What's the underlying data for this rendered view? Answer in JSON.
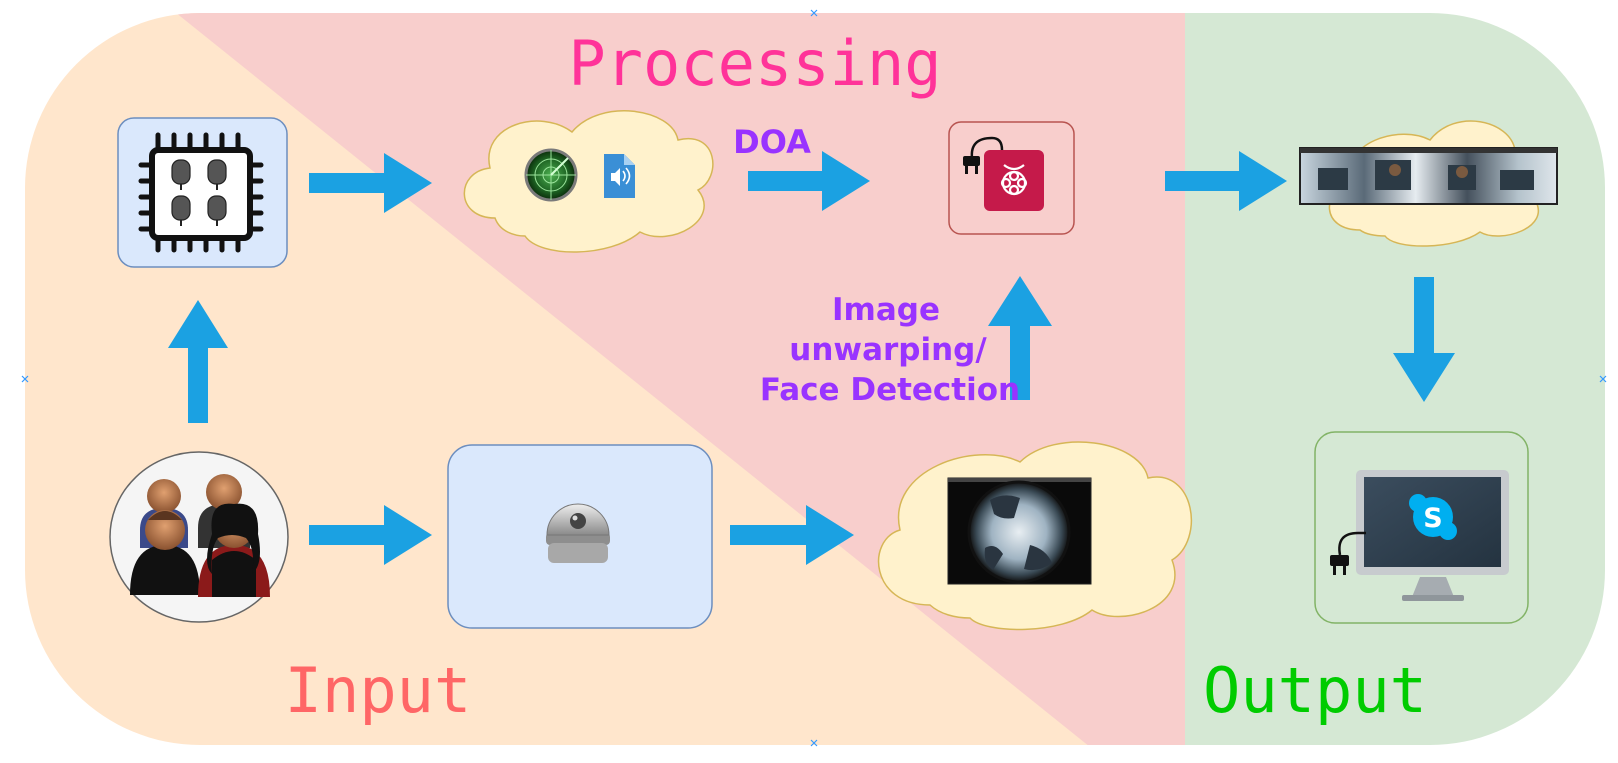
{
  "zones": {
    "processing": {
      "label": "Processing",
      "color": "#ff3399",
      "fill": "#f8cecc"
    },
    "input": {
      "label": "Input",
      "color": "#ff6666",
      "fill": "#ffe6cc"
    },
    "output": {
      "label": "Output",
      "color": "#00cc00",
      "fill": "#d5e8d4"
    }
  },
  "labels": {
    "doa": "DOA",
    "image_step": [
      "Image",
      "unwarping/",
      "Face Detection"
    ]
  },
  "nodes": [
    {
      "id": "mic-array-chip",
      "icon": "microphone-array-chip-icon"
    },
    {
      "id": "audio-cloud",
      "icons": [
        "radar-icon",
        "audio-file-icon"
      ]
    },
    {
      "id": "raspberry-pi",
      "icon": "raspberry-pi-icon"
    },
    {
      "id": "panorama-cloud",
      "icon": "panoramic-image-icon"
    },
    {
      "id": "people",
      "icon": "people-group-icon"
    },
    {
      "id": "dome-camera",
      "icon": "dome-camera-icon"
    },
    {
      "id": "fisheye-cloud",
      "icon": "fisheye-image-icon"
    },
    {
      "id": "monitor",
      "icon": "skype-monitor-icon"
    }
  ],
  "colors": {
    "arrow": "#1ba1e2",
    "node_fill": "#dae8fc",
    "node_stroke": "#6c8ebf",
    "cloud_fill": "#fff2cc",
    "cloud_stroke": "#d6b656",
    "pi_red": "#c51a4a",
    "skype_blue": "#00aff0"
  }
}
